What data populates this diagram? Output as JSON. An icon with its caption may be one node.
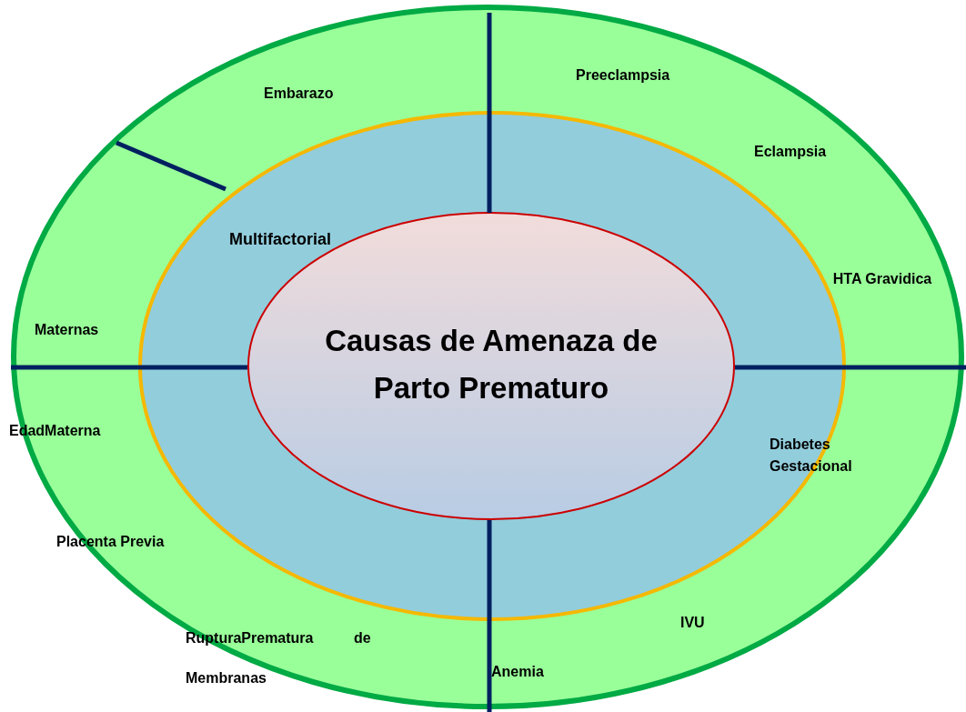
{
  "diagram": {
    "nodes": [
      {
        "text": [],
        "shape": "ellipse"
      },
      {
        "text": [
          "Multifactorial"
        ],
        "in": 0
      },
      {
        "text": [
          "Causas de Amenaza de Parto Prematuro"
        ],
        "in": 1
      }
    ],
    "labels": [
      "Embarazo",
      "Preeclampsia",
      "Eclampsia",
      "HTA Gravidica",
      "Maternas",
      "EdadMaterna",
      "Diabetes Gestacional",
      "Placenta Previa",
      "RupturaPrematura de Membranas",
      "IVU",
      "Anemia"
    ]
  }
}
